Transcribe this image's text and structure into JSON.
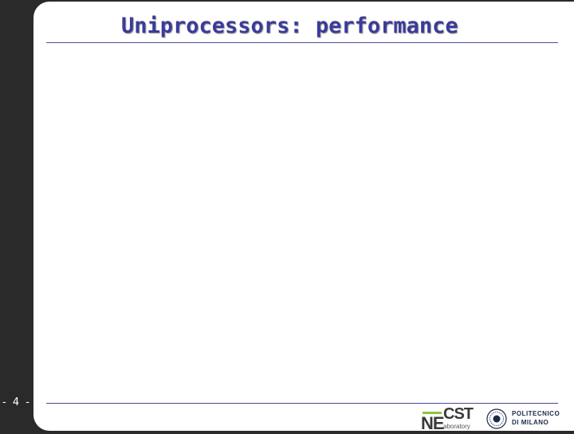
{
  "slide": {
    "title": "Uniprocessors: performance",
    "page_number": "- 4 -"
  },
  "logos": {
    "necst_ne": "NE",
    "necst_cst": "CST",
    "necst_sub": "aboratory",
    "polimi_line1": "POLITECNICO",
    "polimi_line2": "DI MILANO"
  },
  "colors": {
    "title": "#3b3b9a",
    "rule": "#4b4b9a",
    "sidebar": "#2a2a2a",
    "necst_green": "#8cc63f"
  }
}
